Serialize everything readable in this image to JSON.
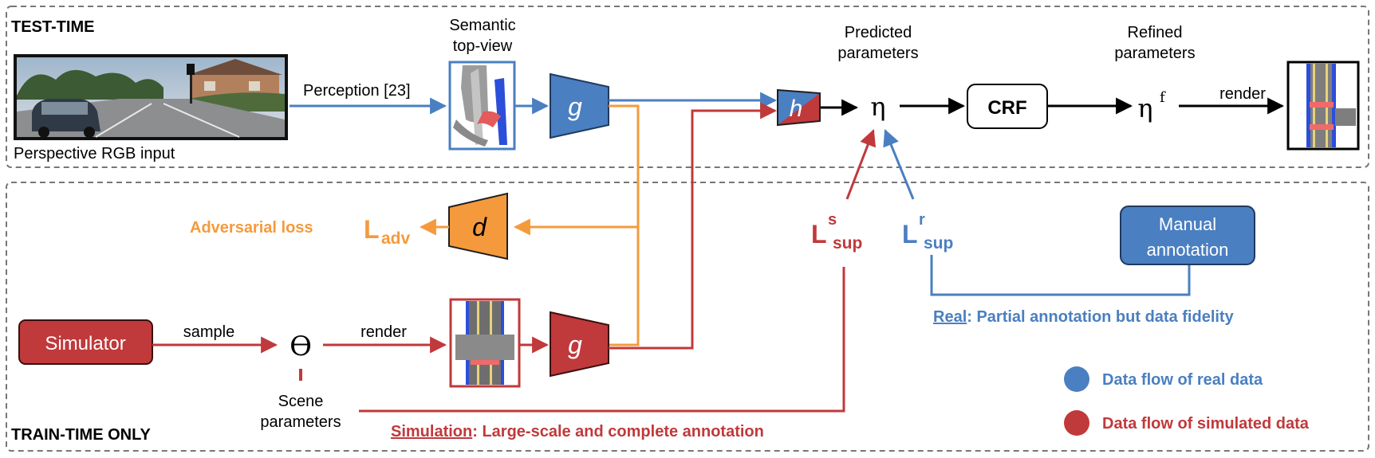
{
  "sections": {
    "test_time": "TEST-TIME",
    "train_time": "TRAIN-TIME ONLY"
  },
  "input": {
    "caption": "Perspective RGB input",
    "perception_label": "Perception [23]"
  },
  "top_view": {
    "line1": "Semantic",
    "line2": "top-view"
  },
  "nodes": {
    "g": "g",
    "h": "h",
    "d": "d",
    "eta": "η",
    "eta_f_base": "η",
    "eta_f_sup": "f",
    "crf": "CRF",
    "theta": "ϴ",
    "simulator": "Simulator",
    "manual_line1": "Manual",
    "manual_line2": "annotation"
  },
  "labels": {
    "predicted_line1": "Predicted",
    "predicted_line2": "parameters",
    "refined_line1": "Refined",
    "refined_line2": "parameters",
    "render_top": "render",
    "render_bottom": "render",
    "sample": "sample",
    "scene_line1": "Scene",
    "scene_line2": "parameters",
    "adversarial_loss": "Adversarial loss",
    "l_adv_base": "L",
    "l_adv_sub": "adv",
    "l_sup_s_base": "L",
    "l_sup_s_sup": "s",
    "l_sup_s_sub": "sup",
    "l_sup_r_base": "L",
    "l_sup_r_sup": "r",
    "l_sup_r_sub": "sup"
  },
  "annotations": {
    "real_key": "Real",
    "real_rest": ": Partial annotation but data fidelity",
    "sim_key": "Simulation",
    "sim_rest": ": Large-scale and complete annotation"
  },
  "legend": {
    "real": "Data flow of real data",
    "simulated": "Data flow of simulated data"
  },
  "colors": {
    "real": "#4a7fc1",
    "simulated": "#c0393b",
    "adversarial": "#f59a3c"
  }
}
